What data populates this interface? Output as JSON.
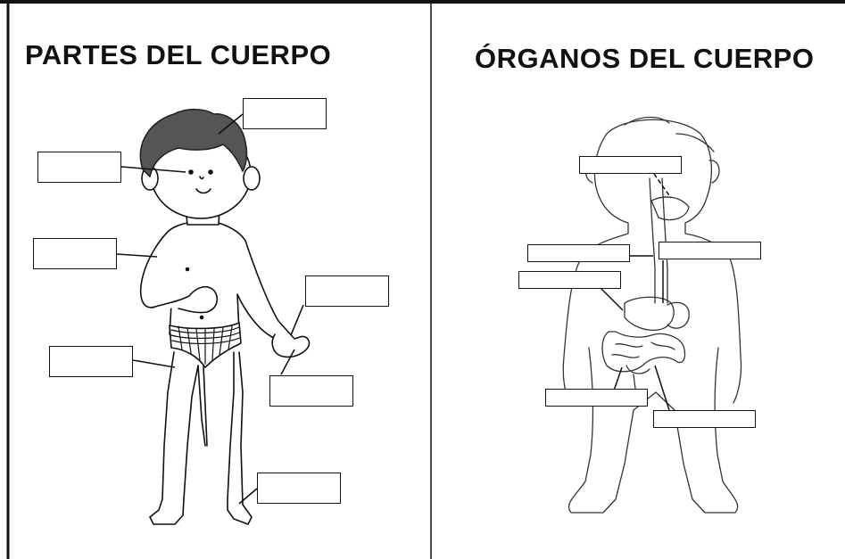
{
  "worksheet": {
    "left_title": "PARTES DEL CUERPO",
    "right_title": "ÓRGANOS DEL CUERPO"
  },
  "colors": {
    "ink": "#111111",
    "hair": "#555555",
    "paper": "#ffffff"
  },
  "left_panel": {
    "blank_labels": 7,
    "figure": "boy-in-underwear-drawing"
  },
  "right_panel": {
    "blank_labels": 6,
    "figure": "body-organs-outline-drawing"
  }
}
